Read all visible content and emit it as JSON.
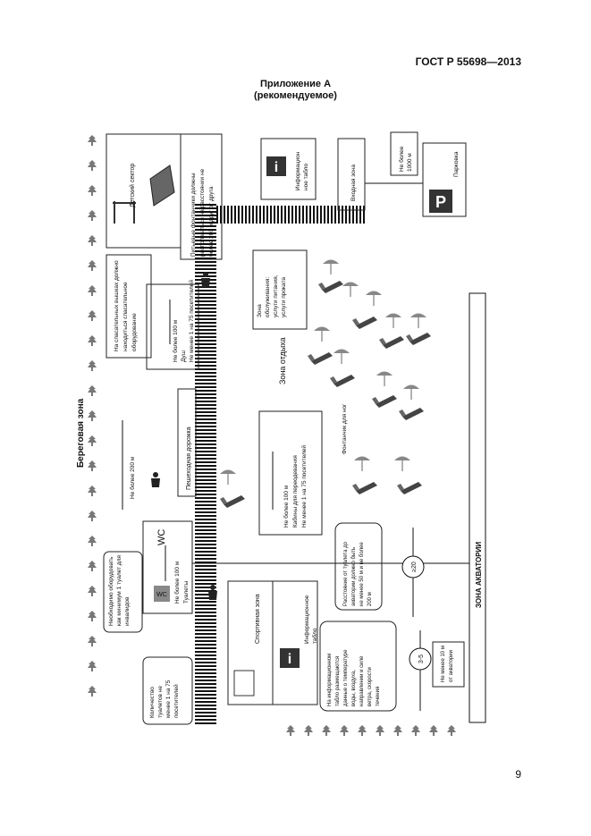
{
  "header": {
    "doc_id": "ГОСТ Р 55698—2013",
    "annex_title": "Приложение А",
    "annex_note": "(рекомендуемое)"
  },
  "page_number": "9",
  "zones": {
    "shore": "Береговая зона",
    "water": "ЗОНА АКВАТОРИИ",
    "rest": "Зона отдыха",
    "sport": "Спортивная зона",
    "entrance": "Входная зона",
    "service": [
      "Зона",
      "обслуживания:",
      "услуги питания,",
      "услуги проката"
    ]
  },
  "labels": {
    "kids": "Детский сектор",
    "fountains": [
      "Питьевые фонтанчики должны",
      "располагаться на расстоянии не",
      "более 200 м друг от друга"
    ],
    "info_board_top": [
      "Информацион",
      "ное табло"
    ],
    "parking_dist": [
      "Не более",
      "1000 м"
    ],
    "parking": "Парковка",
    "rescue": [
      "На спасательных вышках должно",
      "находиться спасательное",
      "оборудование"
    ],
    "shower": [
      "Не более 100 м",
      "Душ",
      "Не менее 1 на 75 посетителей"
    ],
    "path": "Пешеходная дорожка",
    "max200": "Не более 200 м",
    "cabins": [
      "Не более 100 м",
      "Кабины для переодевания",
      "Не менее 1 на 75 посетителей"
    ],
    "foot_fountain": "Фонтанчик для ног",
    "toilets": [
      "Не более 100 м",
      "Туалеты"
    ],
    "disabled": [
      "Необходимо оборудовать",
      "как минимум 1 туалет для",
      "инвалидов"
    ],
    "toilet_count": [
      "Количество",
      "туалетов не",
      "менее 1 на 75",
      "посетителей"
    ],
    "toilet_distance": [
      "Расстояние от туалета до",
      "акватории должно быть",
      "не менее 50 м и не более",
      "200 м"
    ],
    "info_board_bottom": [
      "Информационное",
      "табло"
    ],
    "info_detail": [
      "На информационном",
      "табло размещаются",
      "данные о температуре",
      "воды, воздуха,",
      "направлении и силе",
      "ветра, скорости",
      "течения"
    ],
    "min10": [
      "Не менее 10 м",
      "от акватории"
    ],
    "d1": "≥20",
    "d2": "3-5",
    "wc": "WC"
  }
}
